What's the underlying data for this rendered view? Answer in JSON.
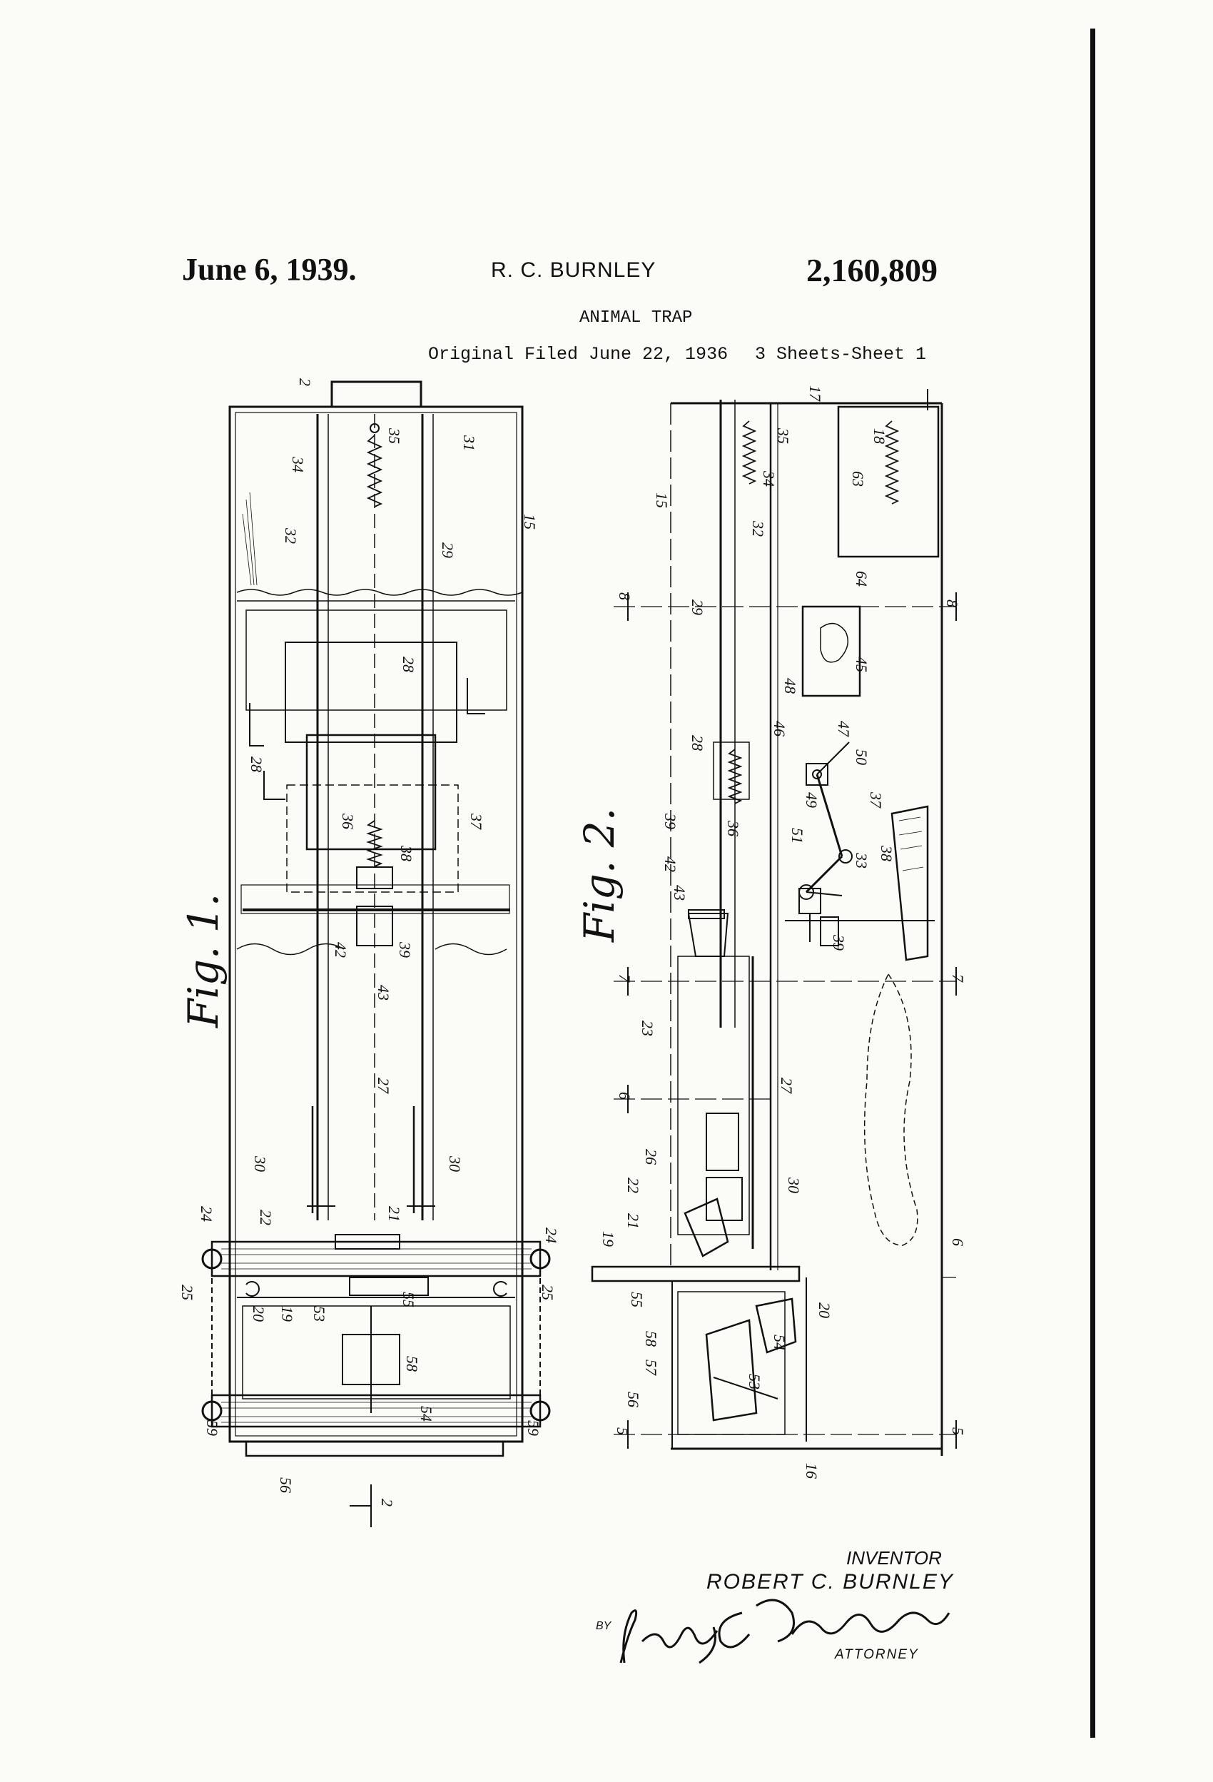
{
  "header": {
    "date": "June 6, 1939.",
    "inventor": "R. C. BURNLEY",
    "patent_number": "2,160,809",
    "title": "ANIMAL TRAP",
    "filed": "Original Filed June 22, 1936",
    "sheets": "3 Sheets-Sheet 1"
  },
  "figures": {
    "fig1": "Fig. 1.",
    "fig2": "Fig. 2."
  },
  "fig1_labels": [
    "2",
    "34",
    "35",
    "31",
    "32",
    "29",
    "15",
    "28",
    "28",
    "36",
    "37",
    "38",
    "42",
    "39",
    "43",
    "27",
    "30",
    "30",
    "24",
    "24",
    "22",
    "21",
    "25",
    "25",
    "20",
    "19",
    "53",
    "55",
    "58",
    "54",
    "59",
    "59",
    "56",
    "2"
  ],
  "fig2_labels": [
    "17",
    "35",
    "34",
    "32",
    "15",
    "18",
    "63",
    "64",
    "8",
    "8",
    "29",
    "48",
    "46",
    "45",
    "47",
    "28",
    "49",
    "50",
    "37",
    "51",
    "36",
    "39",
    "42",
    "33",
    "38",
    "43",
    "39",
    "7",
    "7",
    "23",
    "27",
    "6",
    "6",
    "26",
    "22",
    "30",
    "21",
    "19",
    "55",
    "58",
    "57",
    "56",
    "53",
    "54",
    "20",
    "5",
    "5",
    "16"
  ],
  "signature": {
    "caption": "INVENTOR",
    "name": "ROBERT C. BURNLEY",
    "by": "BY",
    "attorney": "ATTORNEY"
  }
}
